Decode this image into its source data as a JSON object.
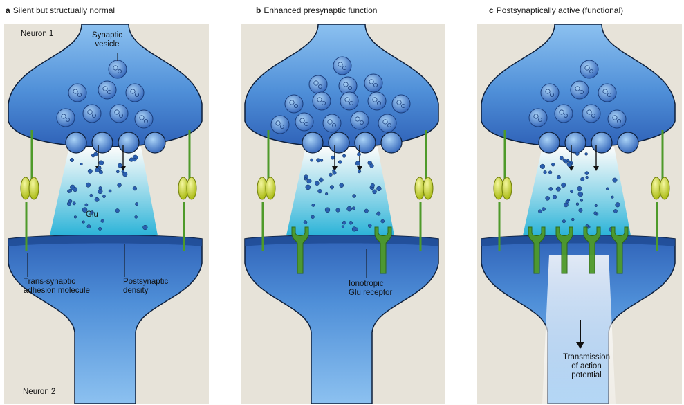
{
  "panels": [
    {
      "letter": "a",
      "title": "Silent but structually normal"
    },
    {
      "letter": "b",
      "title": "Enhanced presynaptic function"
    },
    {
      "letter": "c",
      "title": "Postsynaptically active (functional)"
    }
  ],
  "labels": {
    "neuron1": "Neuron 1",
    "neuron2": "Neuron 2",
    "synaptic_vesicle": "Synaptic\nvesicle",
    "glu": "Glu",
    "adhesion": "Trans-synaptic\nadhesion molecule",
    "psd": "Postsynaptic\ndensity",
    "receptor": "Ionotropic\nGlu receptor",
    "transmission": "Transmission\nof action\npotential"
  },
  "colors": {
    "neuron_dark": "#2f62b8",
    "neuron_light": "#8cc1f0",
    "cleft_glu": "#2bb3d8",
    "adhesion": "#c9d92a",
    "receptor": "#4e9a2a",
    "background": "#e7e3d9"
  },
  "receptor_counts": [
    0,
    2,
    4
  ],
  "vesicle_counts": [
    8,
    14,
    8
  ]
}
